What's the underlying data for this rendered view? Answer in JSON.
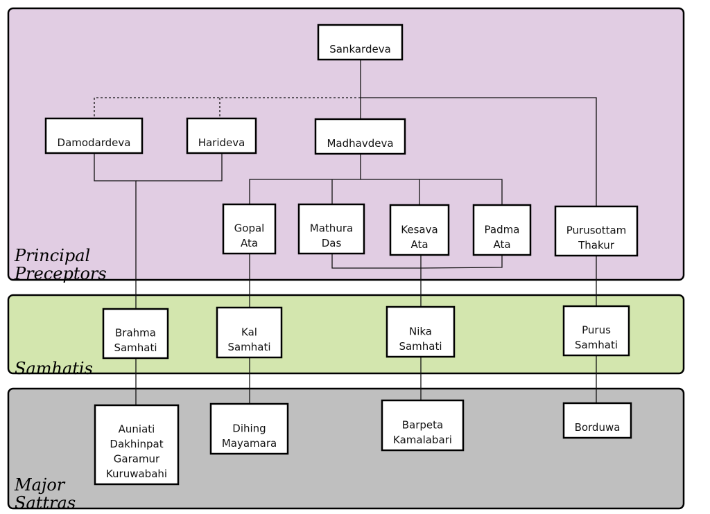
{
  "diagram": {
    "bands": [
      {
        "id": "principal",
        "label_lines": [
          "Principal",
          "Preceptors"
        ],
        "color": "#e1cde3"
      },
      {
        "id": "samhatis",
        "label_lines": [
          "Samhatis"
        ],
        "color": "#d3e6ae"
      },
      {
        "id": "sattras",
        "label_lines": [
          "Major",
          "Sattras"
        ],
        "color": "#bfbfbf"
      }
    ],
    "nodes": [
      {
        "id": "sankardeva",
        "lines": [
          "Sankardeva"
        ]
      },
      {
        "id": "damodardeva",
        "lines": [
          "Damodardeva"
        ]
      },
      {
        "id": "harideva",
        "lines": [
          "Harideva"
        ]
      },
      {
        "id": "madhavdeva",
        "lines": [
          "Madhavdeva"
        ]
      },
      {
        "id": "gopal",
        "lines": [
          "Gopal",
          "Ata"
        ]
      },
      {
        "id": "mathura",
        "lines": [
          "Mathura",
          "Das"
        ]
      },
      {
        "id": "kesava",
        "lines": [
          "Kesava",
          "Ata"
        ]
      },
      {
        "id": "padma",
        "lines": [
          "Padma",
          "Ata"
        ]
      },
      {
        "id": "purusottam",
        "lines": [
          "Purusottam",
          "Thakur"
        ]
      },
      {
        "id": "brahma",
        "lines": [
          "Brahma",
          "Samhati"
        ]
      },
      {
        "id": "kal",
        "lines": [
          "Kal",
          "Samhati"
        ]
      },
      {
        "id": "nika",
        "lines": [
          "Nika",
          "Samhati"
        ]
      },
      {
        "id": "purus",
        "lines": [
          "Purus",
          "Samhati"
        ]
      },
      {
        "id": "auniati",
        "lines": [
          "Auniati",
          "Dakhinpat",
          "Garamur",
          "Kuruwabahi"
        ]
      },
      {
        "id": "dihing",
        "lines": [
          "Dihing",
          "Mayamara"
        ]
      },
      {
        "id": "barpeta",
        "lines": [
          "Barpeta",
          "Kamalabari"
        ]
      },
      {
        "id": "borduwa",
        "lines": [
          "Borduwa"
        ]
      }
    ],
    "edges": [
      {
        "from": "sankardeva",
        "to": "madhavdeva",
        "style": "solid"
      },
      {
        "from": "sankardeva",
        "to": "purusottam",
        "style": "solid"
      },
      {
        "from": "sankardeva",
        "to": "damodardeva",
        "style": "dotted"
      },
      {
        "from": "sankardeva",
        "to": "harideva",
        "style": "dotted"
      },
      {
        "from": "madhavdeva",
        "to": "gopal",
        "style": "solid"
      },
      {
        "from": "madhavdeva",
        "to": "mathura",
        "style": "solid"
      },
      {
        "from": "madhavdeva",
        "to": "kesava",
        "style": "solid"
      },
      {
        "from": "madhavdeva",
        "to": "padma",
        "style": "solid"
      },
      {
        "from": "damodardeva",
        "to": "brahma",
        "style": "solid"
      },
      {
        "from": "harideva",
        "to": "brahma",
        "style": "solid"
      },
      {
        "from": "gopal",
        "to": "kal",
        "style": "solid"
      },
      {
        "from": "mathura",
        "to": "nika",
        "style": "solid"
      },
      {
        "from": "kesava",
        "to": "nika",
        "style": "solid"
      },
      {
        "from": "padma",
        "to": "nika",
        "style": "solid"
      },
      {
        "from": "purusottam",
        "to": "purus",
        "style": "solid"
      },
      {
        "from": "brahma",
        "to": "auniati",
        "style": "solid"
      },
      {
        "from": "kal",
        "to": "dihing",
        "style": "solid"
      },
      {
        "from": "nika",
        "to": "barpeta",
        "style": "solid"
      },
      {
        "from": "purus",
        "to": "borduwa",
        "style": "solid"
      }
    ]
  }
}
